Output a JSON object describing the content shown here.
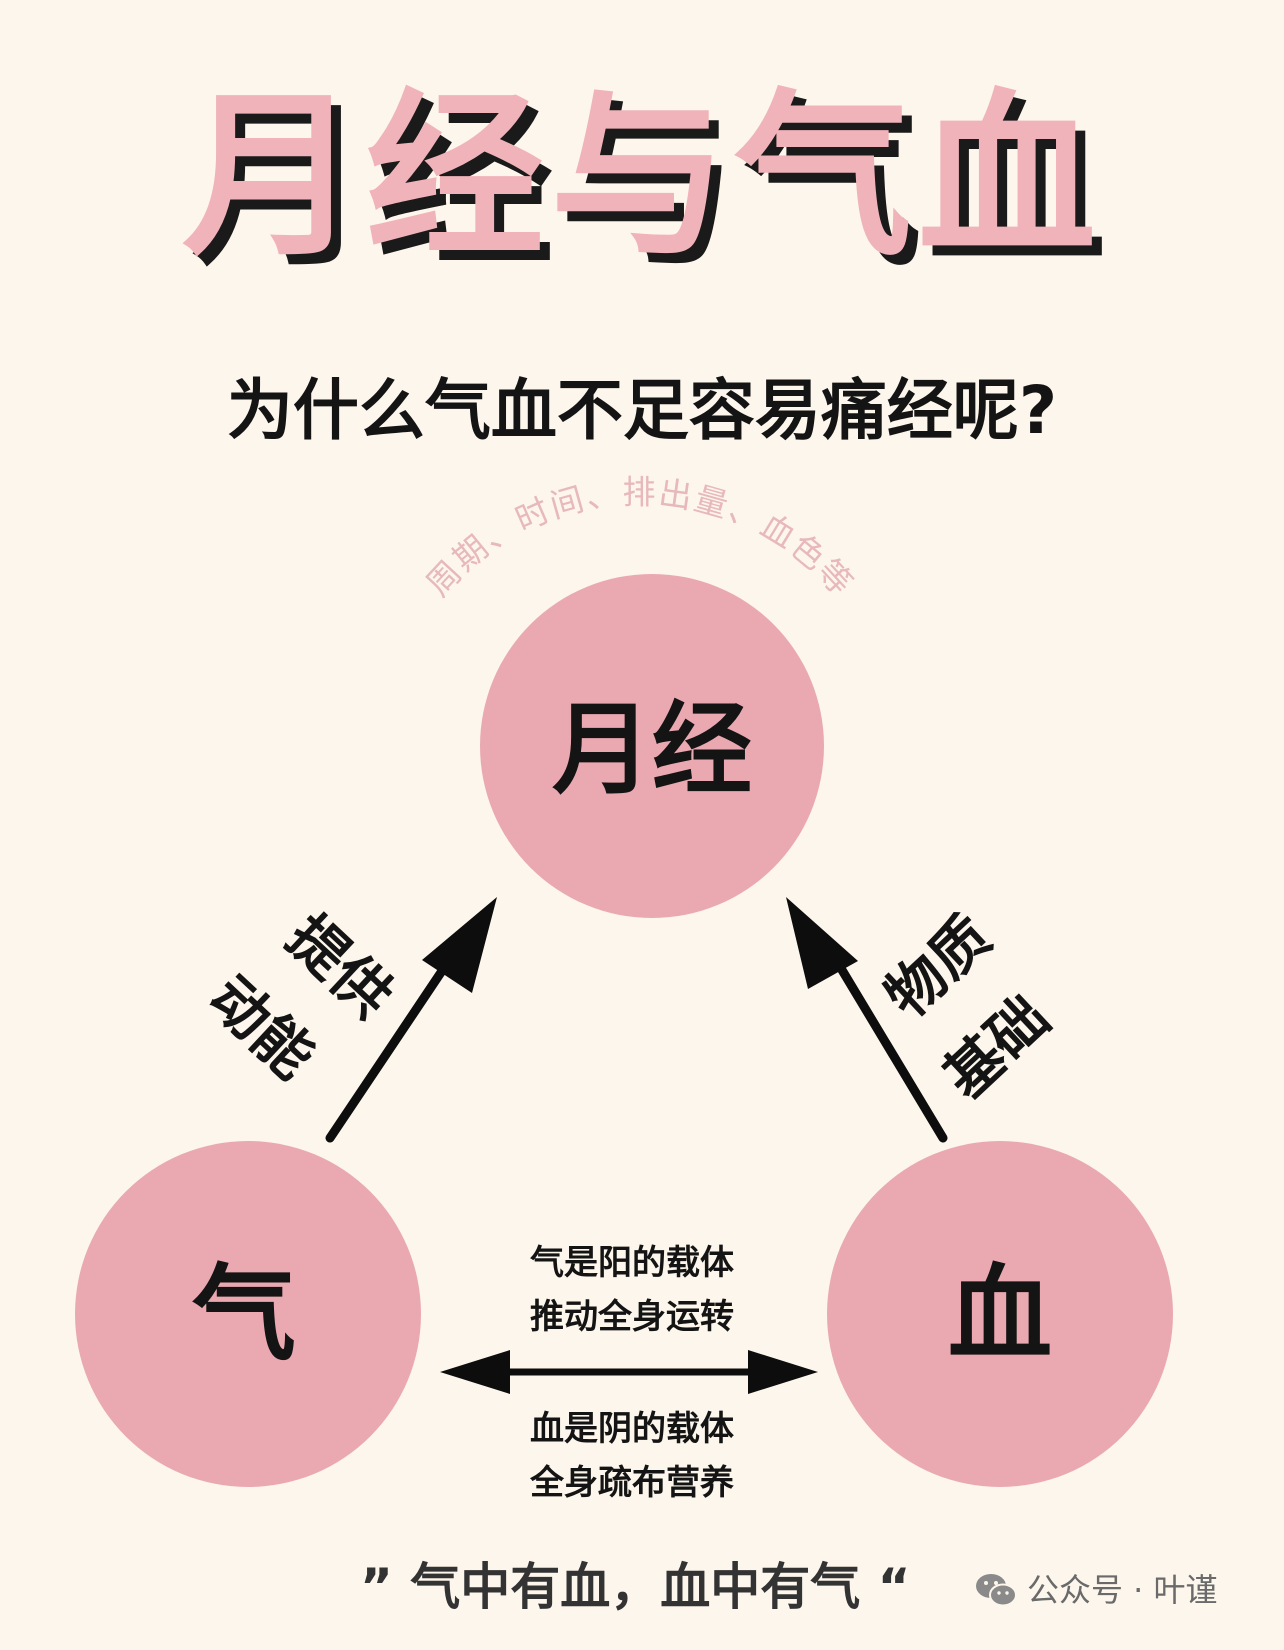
{
  "title": "月经与气血",
  "subtitle": "为什么气血不足容易痛经呢?",
  "top_node": {
    "label": "月经",
    "arc_text": "周期、时间、排出量、血色等"
  },
  "left_node": {
    "label": "气"
  },
  "right_node": {
    "label": "血"
  },
  "left_arrow": {
    "line1": "提供",
    "line2": "动能"
  },
  "right_arrow": {
    "line1": "物质",
    "line2": "基础"
  },
  "middle": {
    "top_line1": "气是阳的载体",
    "top_line2": "推动全身运转",
    "bottom_line1": "血是阴的载体",
    "bottom_line2": "全身疏布营养"
  },
  "quote": "” 气中有血，血中有气 “",
  "watermark": "公众号 · 叶谨",
  "colors": {
    "background": "#fdf6ec",
    "circle": "#eaa9b1",
    "title": "#f0b3b9",
    "arc_text": "#e7b9bd"
  },
  "icons": {
    "watermark_icon": "wechat-icon"
  }
}
